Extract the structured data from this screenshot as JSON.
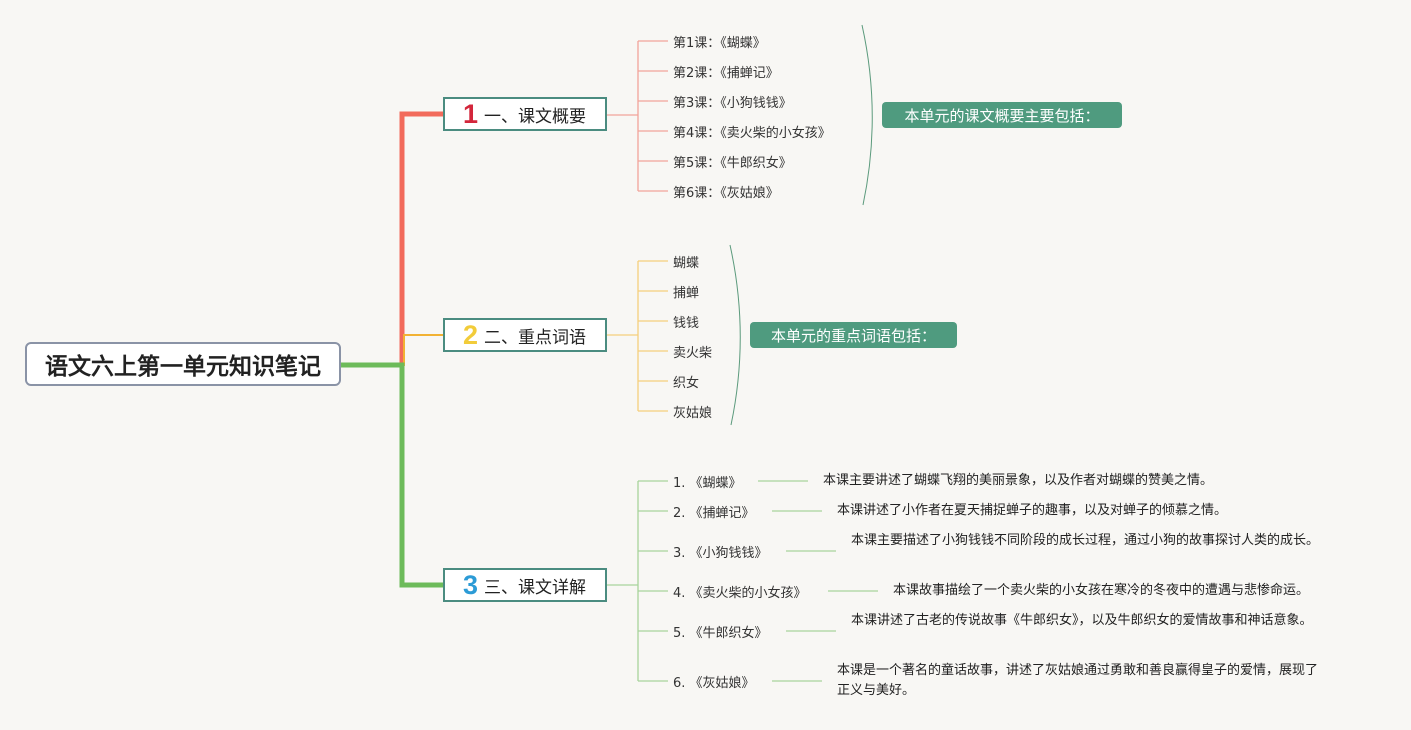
{
  "root": {
    "title": "语文六上第一单元知识笔记"
  },
  "colors": {
    "branch1": "#f26b5b",
    "branch2": "#f2b233",
    "branch3": "#6dbb5a",
    "summary_bg": "#4f9b7f",
    "num1": "#d3263b",
    "num2": "#f2cc3a",
    "num3": "#2c9bd6"
  },
  "branches": [
    {
      "num": "1",
      "label": "一、课文概要",
      "items": [
        "第1课：《蝴蝶》",
        "第2课：《捕蝉记》",
        "第3课：《小狗钱钱》",
        "第4课：《卖火柴的小女孩》",
        "第5课：《牛郎织女》",
        "第6课：《灰姑娘》"
      ],
      "summary": "本单元的课文概要主要包括："
    },
    {
      "num": "2",
      "label": "二、重点词语",
      "items": [
        "蝴蝶",
        "捕蝉",
        "钱钱",
        "卖火柴",
        "织女",
        "灰姑娘"
      ],
      "summary": "本单元的重点词语包括："
    },
    {
      "num": "3",
      "label": "三、课文详解",
      "items": [
        {
          "title": "1. 《蝴蝶》",
          "desc": "本课主要讲述了蝴蝶飞翔的美丽景象，以及作者对蝴蝶的赞美之情。"
        },
        {
          "title": "2. 《捕蝉记》",
          "desc": "本课讲述了小作者在夏天捕捉蝉子的趣事，以及对蝉子的倾慕之情。"
        },
        {
          "title": "3. 《小狗钱钱》",
          "desc": "本课主要描述了小狗钱钱不同阶段的成长过程，通过小狗的故事探讨人类的成长。"
        },
        {
          "title": "4. 《卖火柴的小女孩》",
          "desc": "本课故事描绘了一个卖火柴的小女孩在寒冷的冬夜中的遭遇与悲惨命运。"
        },
        {
          "title": "5. 《牛郎织女》",
          "desc": "本课讲述了古老的传说故事《牛郎织女》，以及牛郎织女的爱情故事和神话意象。"
        },
        {
          "title": "6. 《灰姑娘》",
          "desc": "本课是一个著名的童话故事，讲述了灰姑娘通过勇敢和善良赢得皇子的爱情，展现了正义与美好。"
        }
      ]
    }
  ]
}
